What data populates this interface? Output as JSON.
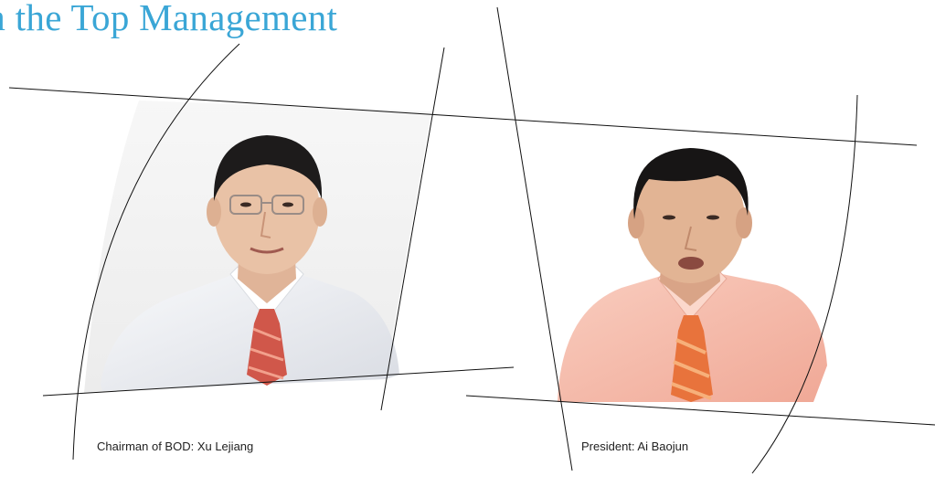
{
  "header": {
    "title": "m the Top Management"
  },
  "colors": {
    "title": "#3aa6d6",
    "background": "#ffffff"
  },
  "portraits": [
    {
      "caption": "Chairman of BOD: Xu Lejiang",
      "shirt_color": "#eef0f4",
      "tie_color": "#d0574a"
    },
    {
      "caption": "President: Ai Baojun",
      "shirt_color": "#f6bfb0",
      "tie_color": "#e8733c"
    }
  ]
}
